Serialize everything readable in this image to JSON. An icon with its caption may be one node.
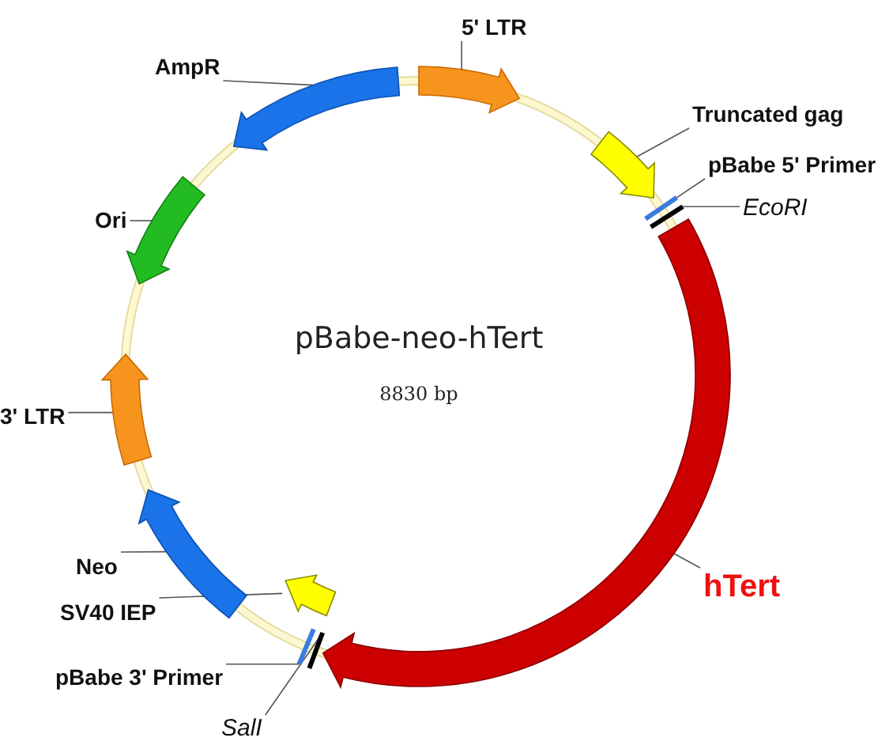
{
  "diagram": {
    "nodes": [
      {
        "text": [
          "5' LTR"
        ]
      },
      {
        "text": [
          "AmpR"
        ]
      },
      {
        "text": [
          "Truncated gag"
        ]
      },
      {
        "text": [
          "pBabe 5' Primer"
        ]
      },
      {
        "text": [
          "EcoRI"
        ]
      },
      {
        "text": [
          "Ori"
        ]
      },
      {
        "text": [
          "3' LTR"
        ]
      },
      {
        "text": [
          "hTert"
        ]
      },
      {
        "text": [
          "Neo"
        ]
      },
      {
        "text": [
          "SV40 IEP"
        ]
      },
      {
        "text": [
          "pBabe 3' Primer"
        ]
      },
      {
        "text": [
          "SalI"
        ]
      },
      {
        "text": [],
        "shape": "arrow"
      },
      {
        "text": [],
        "shape": "arrow"
      },
      {
        "text": [],
        "shape": "arrow"
      },
      {
        "text": [],
        "shape": "bar"
      },
      {
        "text": [],
        "shape": "bar"
      },
      {
        "text": [],
        "shape": "arrow"
      },
      {
        "text": [],
        "shape": "arrow"
      },
      {
        "text": [],
        "shape": "arrow"
      },
      {
        "text": [],
        "shape": "arrow"
      },
      {
        "text": [],
        "shape": "arrow"
      },
      {
        "text": [],
        "shape": "bar"
      },
      {
        "text": [],
        "shape": "bar"
      }
    ],
    "edges": [
      {
        "from": 0,
        "to": 12,
        "arrow": "none"
      },
      {
        "from": 1,
        "to": 13,
        "arrow": "none"
      },
      {
        "from": 2,
        "to": 14,
        "arrow": "none"
      },
      {
        "from": 3,
        "to": 15,
        "arrow": "none"
      },
      {
        "from": 4,
        "to": 16,
        "arrow": "none"
      },
      {
        "from": 5,
        "to": 17,
        "arrow": "none"
      },
      {
        "from": 6,
        "to": 18,
        "arrow": "none"
      },
      {
        "from": 7,
        "to": 19,
        "arrow": "none"
      },
      {
        "from": 8,
        "to": 20,
        "arrow": "none"
      },
      {
        "from": 9,
        "to": 21,
        "arrow": "none"
      },
      {
        "from": 10,
        "to": 22,
        "arrow": "none"
      },
      {
        "from": 11,
        "to": 23,
        "arrow": "none"
      }
    ],
    "labels": [
      "pBabe-neo-hTert",
      "8830 bp"
    ]
  }
}
